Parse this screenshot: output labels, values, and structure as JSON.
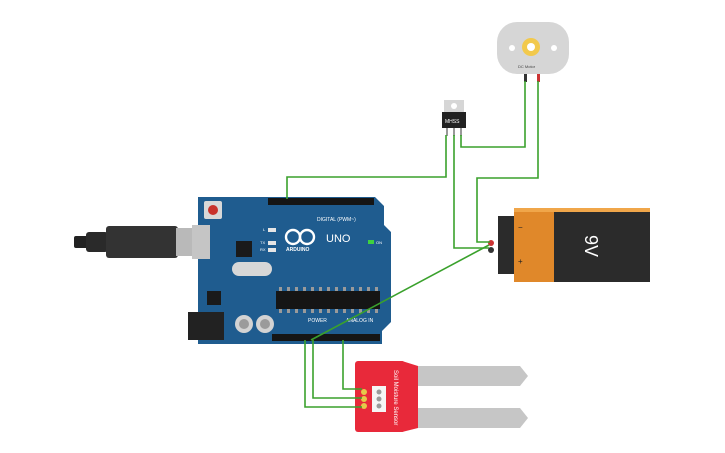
{
  "board": {
    "brand": "ARDUINO",
    "model": "UNO",
    "digital_header": "DIGITAL (PWM~)",
    "power_header": "POWER",
    "analog_header": "ANALOG IN",
    "on_label": "ON",
    "tx_label": "TX",
    "rx_label": "RX",
    "l_label": "L"
  },
  "battery": {
    "voltage": "9V",
    "plus": "+",
    "minus": "−"
  },
  "transistor": {
    "label": "MHSS"
  },
  "motor": {
    "label": "DC Motor"
  },
  "sensor": {
    "label": "Soil Moisture Sensor"
  },
  "colors": {
    "board": "#1f5c8f",
    "wire": "#3aa12c",
    "sensor": "#e8293a",
    "battery_orange": "#e0882a",
    "battery_dark": "#2b2b2b"
  }
}
